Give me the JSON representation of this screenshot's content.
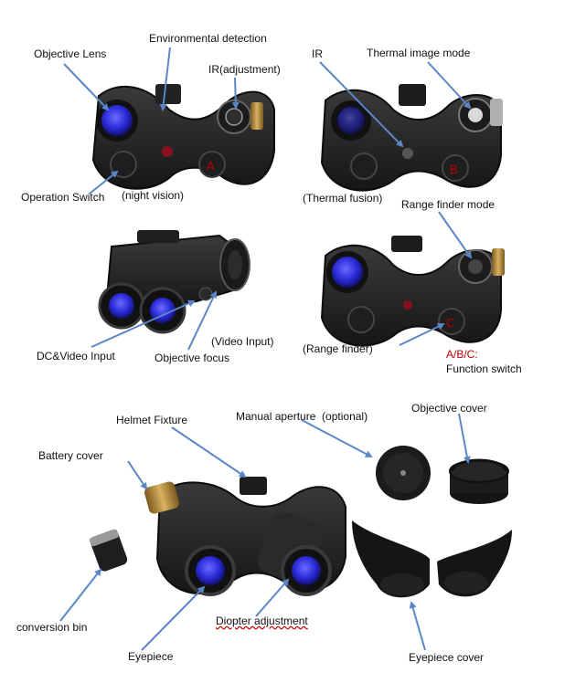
{
  "colors": {
    "arrow": "#5b86c6",
    "body": "#2b2b2b",
    "body_dark": "#141414",
    "lens_blue": "#2a2ad8",
    "label_red": "#c00000"
  },
  "panel_1": {
    "objective_lens": "Objective  Lens",
    "environmental_detection": "Environmental detection",
    "ir_adjustment": "IR(adjustment)",
    "operation_switch": "Operation  Switch",
    "night_vision": "(night vision)",
    "button_letter": "A"
  },
  "panel_2": {
    "ir": "IR",
    "thermal_image_mode": "Thermal  image  mode",
    "thermal_fusion": "(Thermal   fusion)",
    "button_letter": "B"
  },
  "panel_3": {
    "dc_video_input": "DC&Video Input",
    "objective_focus": "Objective focus",
    "video_input": "(Video Input)"
  },
  "panel_4": {
    "range_finder_mode": "Range finder mode",
    "range_finder": "(Range finder)",
    "function_switch_line1": "A/B/C:",
    "function_switch_line2": "Function switch",
    "button_letter": "C"
  },
  "panel_5": {
    "helmet_fixture": "Helmet Fixture",
    "manual_aperture": "Manual aperture  (optional)",
    "objective_cover": "Objective  cover",
    "battery_cover": "Battery cover",
    "conversion_bin": "conversion bin",
    "diopter_adjustment": "Diopter adjustment",
    "eyepiece": "Eyepiece",
    "eyepiece_cover": "Eyepiece  cover"
  }
}
